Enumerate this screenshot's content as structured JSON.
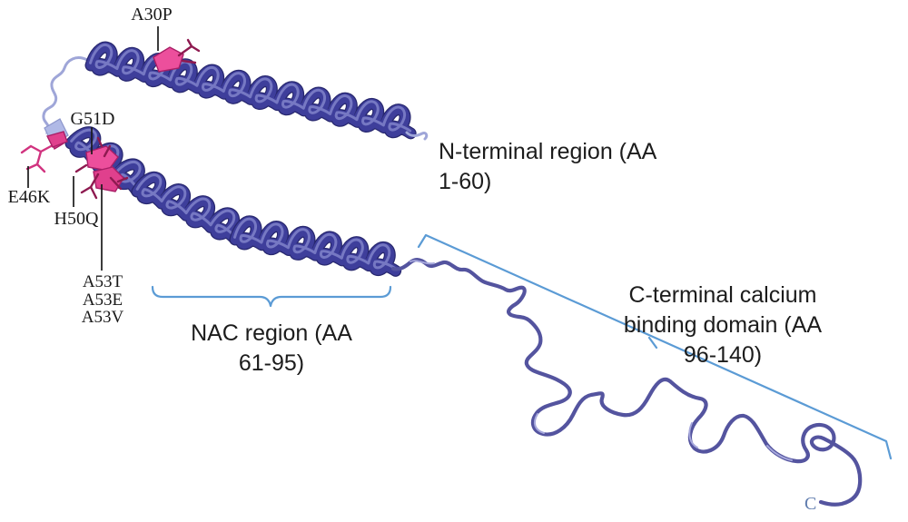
{
  "figure": {
    "description": "Ribbon diagram of alpha-synuclein protein with familial mutation sites and domain annotations",
    "mutation_labels": {
      "a30p": "A30P",
      "g51d": "G51D",
      "e46k": "E46K",
      "h50q": "H50Q",
      "a53t": "A53T",
      "a53e": "A53E",
      "a53v": "A53V"
    },
    "region_labels": {
      "n_terminal": {
        "line1": "N-terminal region (AA",
        "line2": "1-60)"
      },
      "nac": {
        "line1": "NAC region (AA",
        "line2": "61-95)"
      },
      "c_terminal": {
        "line1": "C-terminal calcium",
        "line2": "binding domain (AA",
        "line3": "96-140)"
      }
    },
    "terminus_label": "C",
    "colors": {
      "helix_ribbon": "#3e3e9b",
      "helix_shadow": "#28286f",
      "helix_highlight": "#8a8cd0",
      "random_coil": "#54549f",
      "coil_highlight": "#a6a8dc",
      "loop_connector": "#9fa6d8",
      "mutation_site_pink": "#ec4f9c",
      "mutation_stick_dark": "#8e1a50",
      "bracket_blue": "#5b9bd5",
      "label_text": "#1a1a1a",
      "terminus_text": "#5f7cae",
      "background": "#ffffff"
    }
  }
}
